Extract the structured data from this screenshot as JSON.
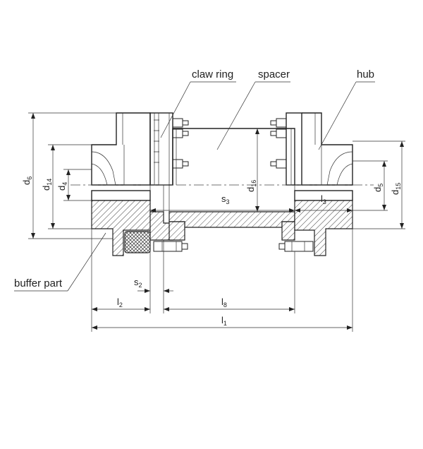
{
  "labels": {
    "claw_ring": "claw ring",
    "spacer": "spacer",
    "hub": "hub",
    "buffer_part": "buffer part"
  },
  "dimensions": {
    "d6": {
      "base": "d",
      "sub": "6"
    },
    "d14": {
      "base": "d",
      "sub": "14"
    },
    "d4": {
      "base": "d",
      "sub": "4"
    },
    "d16": {
      "base": "d",
      "sub": "16"
    },
    "d5": {
      "base": "d",
      "sub": "5"
    },
    "d15": {
      "base": "d",
      "sub": "15"
    },
    "s3": {
      "base": "s",
      "sub": "3"
    },
    "l3": {
      "base": "l",
      "sub": "3"
    },
    "s2": {
      "base": "s",
      "sub": "2"
    },
    "l2": {
      "base": "l",
      "sub": "2"
    },
    "l8": {
      "base": "l",
      "sub": "8"
    },
    "l1": {
      "base": "l",
      "sub": "1"
    }
  },
  "colors": {
    "line": "#222222",
    "background": "#ffffff"
  }
}
